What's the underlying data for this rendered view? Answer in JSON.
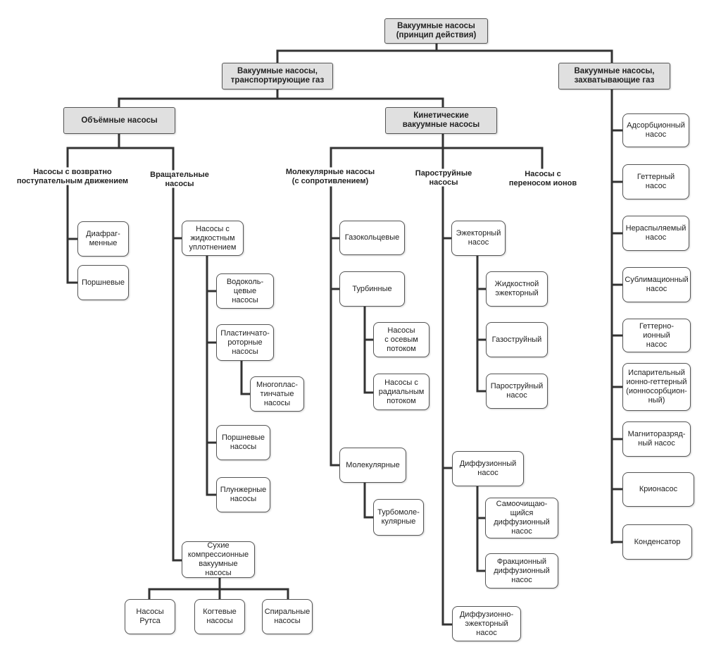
{
  "nodes": {
    "root": "Вакуумные насосы\n(принцип действия)",
    "transport": "Вакуумные насосы,\nтранспортирующие газ",
    "capture": "Вакуумные насосы,\nзахватывающие газ",
    "volumetric": "Объёмные насосы",
    "kinetic": "Кинетические\nвакуумные насосы",
    "reciprocating": "Насосы с возвратно\nпоступательным движением",
    "rotary": "Вращательные\nнасосы",
    "molecular_resist": "Молекулярные насосы\n(с сопротивлением)",
    "vapor_jet": "Пароструйные\nнасосы",
    "ion_transfer": "Насосы с\nпереносом ионов",
    "diaphragm": "Диафраг-\nменные",
    "piston": "Поршневые",
    "liquid_seal": "Насосы с\nжидкостным\nуплотнением",
    "water_ring": "Водоколь-\nцевые насосы",
    "vane_rotary": "Пластинчато-\nроторные\nнасосы",
    "multi_vane": "Многоплас-\nтинчатые\nнасосы",
    "piston_pumps": "Поршневые\nнасосы",
    "plunger": "Плунжерные\nнасосы",
    "dry_compression": "Сухие\nкомпрессионные\nвакуумные насосы",
    "roots": "Насосы\nРутса",
    "claw": "Когтевые\nнасосы",
    "scroll": "Спиральные\nнасосы",
    "gas_ring": "Газокольцевые",
    "turbine": "Турбинные",
    "axial": "Насосы\nс осевым\nпотоком",
    "radial": "Насосы с\nрадиальным\nпотоком",
    "molecular": "Молекулярные",
    "turbomolecular": "Турбомоле-\nкулярные",
    "ejector": "Эжекторный\nнасос",
    "liquid_ejector": "Жидкостной\nэжекторный",
    "gas_jet": "Газоструйный",
    "steam_jet": "Пароструйный\nнасос",
    "diffusion": "Диффузионный\nнасос",
    "self_cleaning": "Самоочищаю-\nщийся\nдиффузионный\nнасос",
    "fractional": "Фракционный\nдиффузионный\nнасос",
    "diff_ejector": "Диффузионно-\nэжекторный\nнасос",
    "adsorption": "Адсорбционный\nнасос",
    "getter": "Геттерный насос",
    "non_evaporable": "Нераспыляемый\nнасос",
    "sublimation": "Сублимационный\nнасос",
    "getter_ion": "Геттерно-ионный\nнасос",
    "evaporative": "Испарительный\nионно-геттерный\n(ионносорбцион-\nный)",
    "magnetron": "Магниторазряд-\nный насос",
    "cryo": "Крионасос",
    "condenser": "Конденсатор"
  },
  "colors": {
    "line": "#333333",
    "header_fill": "#e0e0e0",
    "border": "#555555"
  }
}
